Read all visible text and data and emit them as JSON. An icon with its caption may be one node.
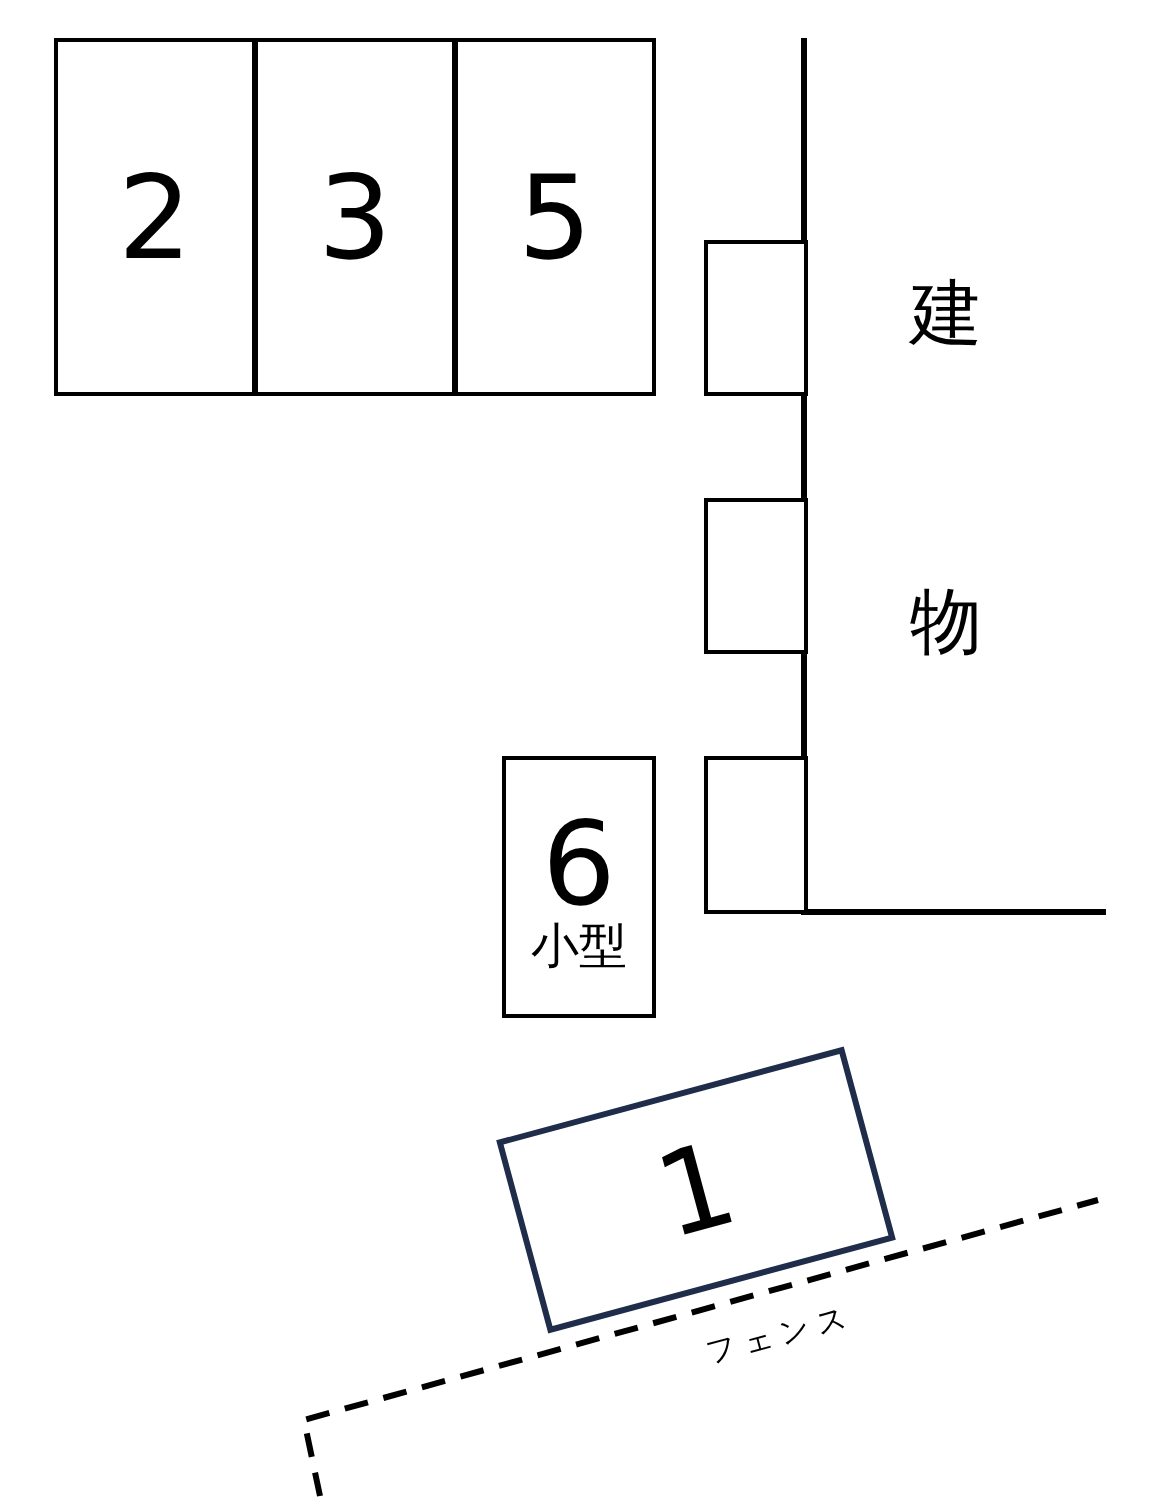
{
  "diagram": {
    "nodes": [
      {
        "text": [
          "2"
        ]
      },
      {
        "text": [
          "3"
        ]
      },
      {
        "text": [
          "5"
        ]
      },
      {
        "text": [],
        "shape": "box"
      },
      {
        "text": [],
        "shape": "box"
      },
      {
        "text": [],
        "shape": "box"
      },
      {
        "text": [
          "6",
          "小型"
        ]
      },
      {
        "text": [
          "1"
        ]
      }
    ],
    "labels": [
      "建",
      "物",
      "フェンス"
    ]
  }
}
